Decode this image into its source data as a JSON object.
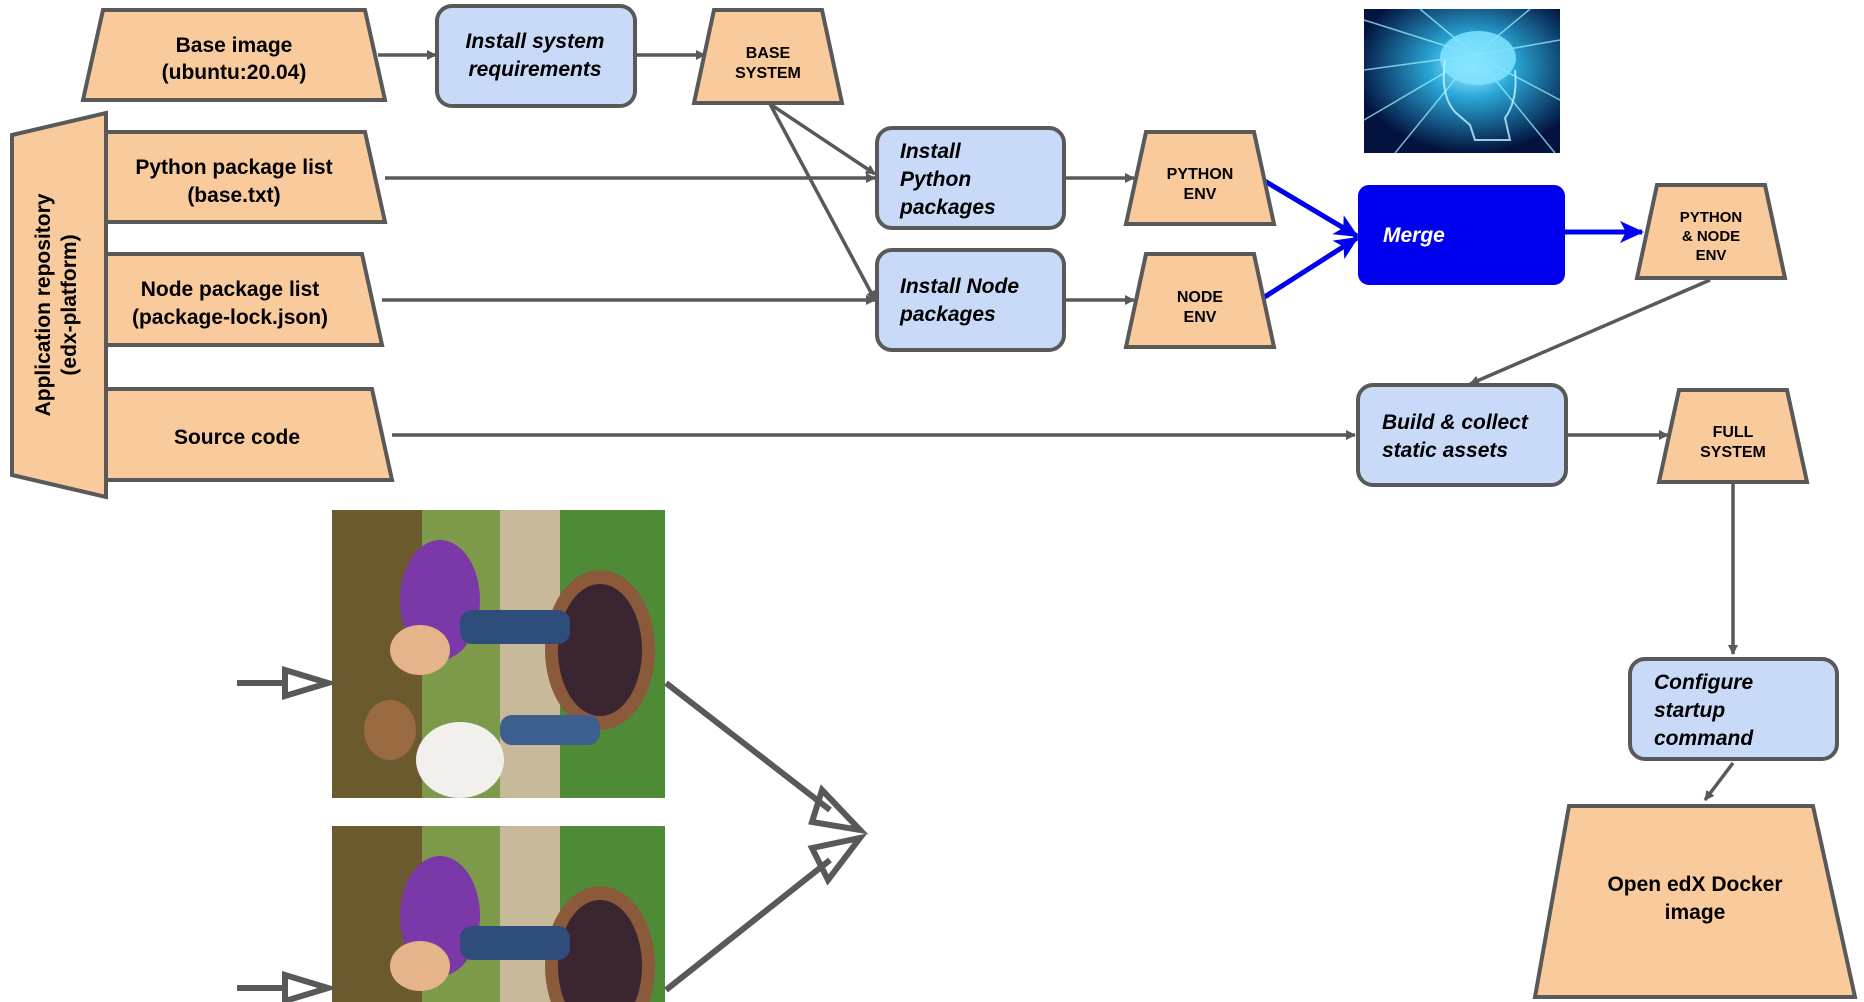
{
  "colors": {
    "orange_fill": "#f9cb9c",
    "blue_fill": "#c9daf8",
    "merge_fill": "#0000ee",
    "stroke": "#595959",
    "arrow_gray": "#595959",
    "arrow_blue": "#0000ee",
    "merge_text": "#ffffff"
  },
  "nodes": {
    "base_image": {
      "line1": "Base image",
      "line2": "(ubuntu:20.04)"
    },
    "install_system": {
      "line1": "Install system",
      "line2": "requirements"
    },
    "base_system": {
      "line1": "BASE",
      "line2": "SYSTEM"
    },
    "app_repo": {
      "line1": "Application repository",
      "line2": "(edx-platform)"
    },
    "python_list": {
      "line1": "Python package list",
      "line2": "(base.txt)"
    },
    "node_list": {
      "line1": "Node package list",
      "line2": "(package-lock.json)"
    },
    "source_code": {
      "line1": "Source code"
    },
    "install_python": {
      "line1": "Install",
      "line2": "Python",
      "line3": "packages"
    },
    "install_node": {
      "line1": "Install Node",
      "line2": "packages"
    },
    "python_env": {
      "line1": "PYTHON",
      "line2": "ENV"
    },
    "node_env": {
      "line1": "NODE",
      "line2": "ENV"
    },
    "merge": {
      "line1": "Merge"
    },
    "python_node_env": {
      "line1": "PYTHON",
      "line2": "& NODE",
      "line3": "ENV"
    },
    "build_collect": {
      "line1": "Build & collect",
      "line2": "static assets"
    },
    "full_system": {
      "line1": "FULL",
      "line2": "SYSTEM"
    },
    "configure_startup": {
      "line1": "Configure",
      "line2": "startup",
      "line3": "command"
    },
    "docker_image": {
      "line1": "Open edX Docker",
      "line2": "image"
    }
  },
  "images": {
    "brain": "brain-illustration",
    "photo_top": "couple-grape-stomping-photo",
    "photo_bottom": "couple-grape-stomping-photo"
  }
}
